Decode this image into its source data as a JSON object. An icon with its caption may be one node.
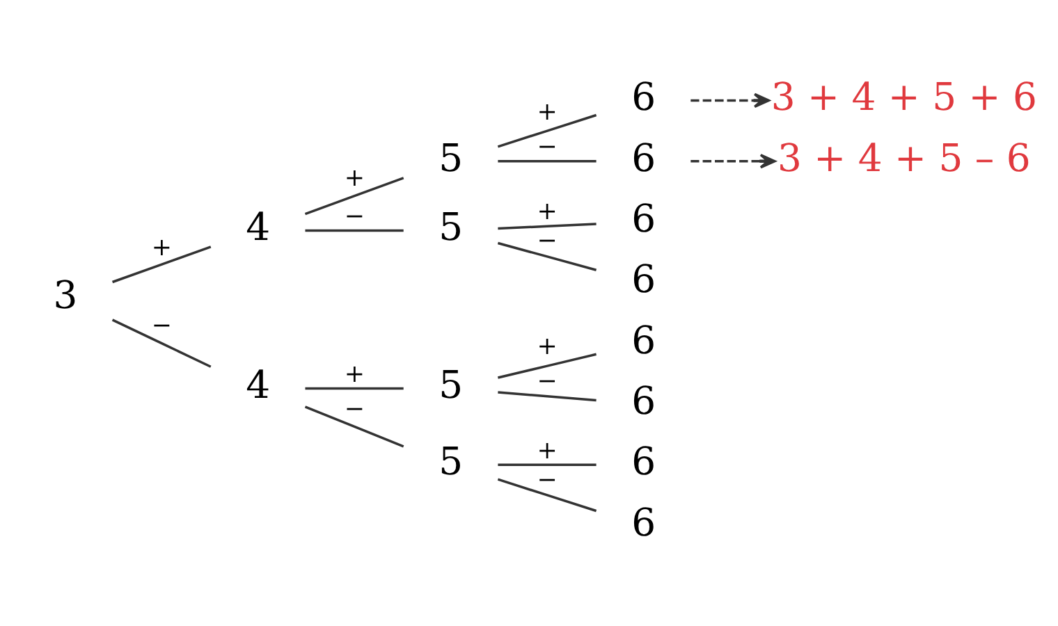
{
  "diagram": {
    "nodes": [
      {
        "text": [
          "3"
        ]
      },
      {
        "text": [
          "4"
        ]
      },
      {
        "text": [
          "4"
        ]
      },
      {
        "text": [
          "5"
        ]
      },
      {
        "text": [
          "5"
        ]
      },
      {
        "text": [
          "5"
        ]
      },
      {
        "text": [
          "5"
        ]
      },
      {
        "text": [
          "6"
        ]
      },
      {
        "text": [
          "6"
        ]
      },
      {
        "text": [
          "6"
        ]
      },
      {
        "text": [
          "6"
        ]
      },
      {
        "text": [
          "6"
        ]
      },
      {
        "text": [
          "6"
        ]
      },
      {
        "text": [
          "6"
        ]
      },
      {
        "text": [
          "6"
        ]
      },
      {
        "text": [
          "3 + 4 + 5 + 6"
        ]
      },
      {
        "text": [
          "3 + 4 + 5 – 6"
        ]
      }
    ],
    "edges": [
      {
        "from": 0,
        "to": 1,
        "arrow": "none",
        "label": "+"
      },
      {
        "from": 0,
        "to": 2,
        "arrow": "none",
        "label": "−"
      },
      {
        "from": 1,
        "to": 3,
        "arrow": "none",
        "label": "+"
      },
      {
        "from": 1,
        "to": 4,
        "arrow": "none",
        "label": "−"
      },
      {
        "from": 2,
        "to": 5,
        "arrow": "none",
        "label": "+"
      },
      {
        "from": 2,
        "to": 6,
        "arrow": "none",
        "label": "−"
      },
      {
        "from": 3,
        "to": 7,
        "arrow": "none",
        "label": "+"
      },
      {
        "from": 3,
        "to": 8,
        "arrow": "none",
        "label": "−"
      },
      {
        "from": 4,
        "to": 9,
        "arrow": "none",
        "label": "+"
      },
      {
        "from": 4,
        "to": 10,
        "arrow": "none",
        "label": "−"
      },
      {
        "from": 5,
        "to": 11,
        "arrow": "none",
        "label": "+"
      },
      {
        "from": 5,
        "to": 12,
        "arrow": "none",
        "label": "−"
      },
      {
        "from": 6,
        "to": 13,
        "arrow": "none",
        "label": "+"
      },
      {
        "from": 6,
        "to": 14,
        "arrow": "none",
        "label": "−"
      },
      {
        "from": 7,
        "to": 15,
        "arrow": "to",
        "style": "dashed"
      },
      {
        "from": 8,
        "to": 16,
        "arrow": "to",
        "style": "dashed"
      }
    ]
  }
}
